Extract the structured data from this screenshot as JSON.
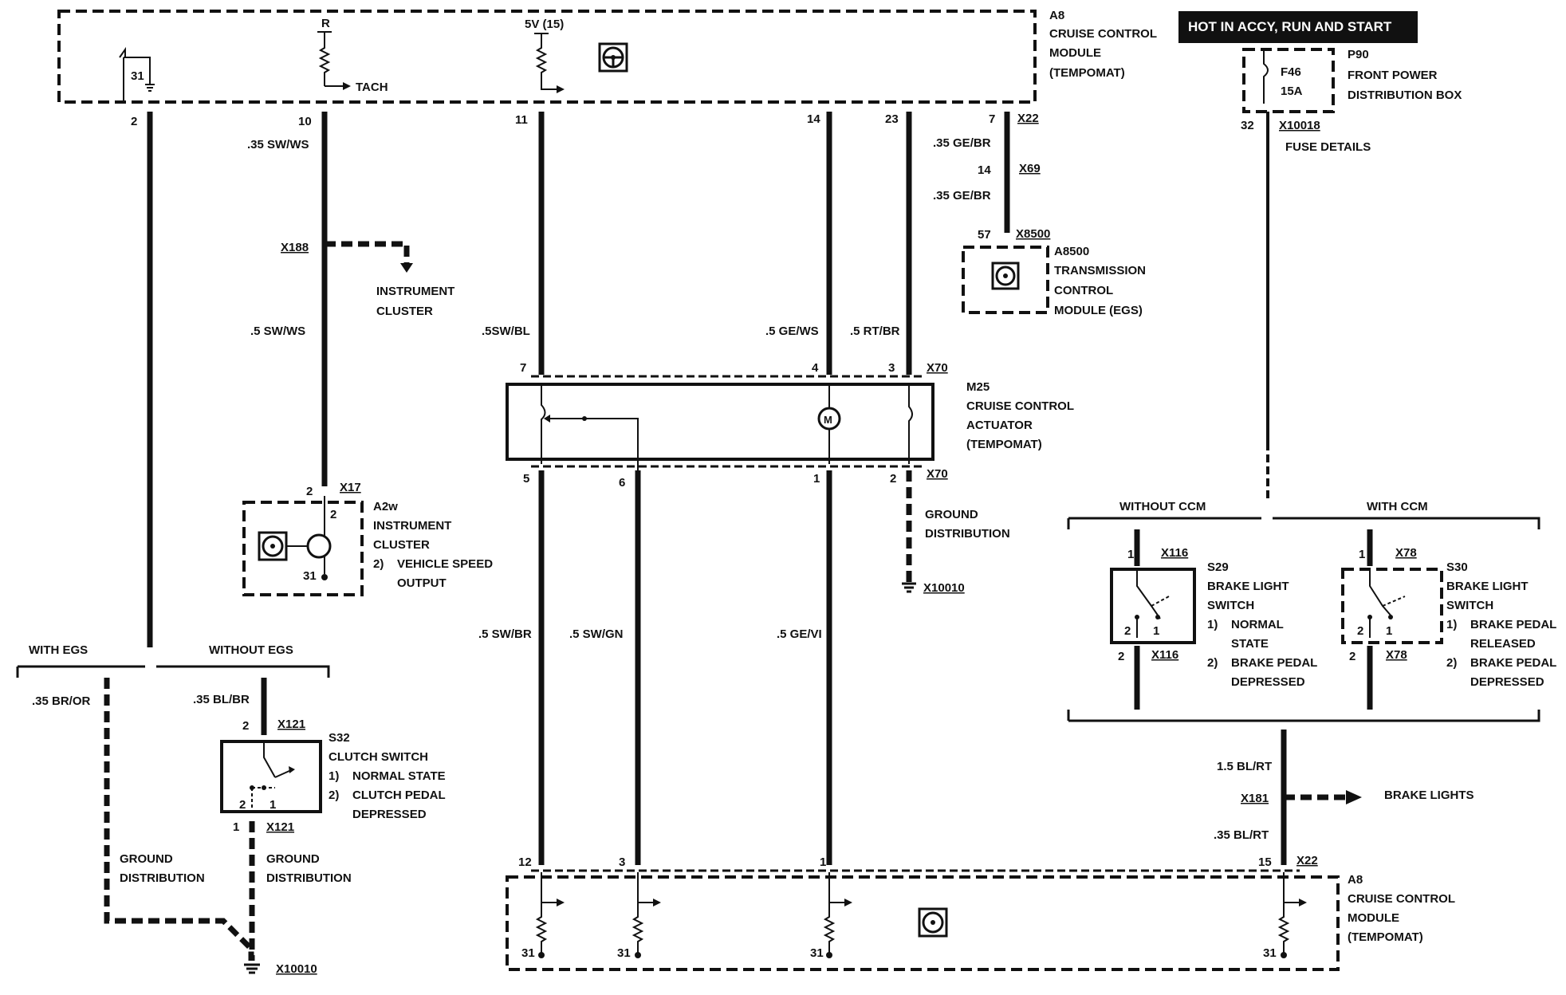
{
  "badge": "HOT IN ACCY, RUN AND START",
  "a8_top": {
    "label": [
      "A8",
      "CRUISE CONTROL",
      "MODULE",
      "(TEMPOMAT)"
    ],
    "pin_r": "R",
    "pin_5v": "5V (15)",
    "tach": "TACH",
    "gnd": "31"
  },
  "p90": {
    "label": [
      "P90",
      "FRONT POWER",
      "DISTRIBUTION BOX"
    ],
    "fuse": "F46",
    "amps": "15A",
    "pin": "32",
    "conn": "X10018",
    "details": "FUSE DETAILS"
  },
  "pins_top": {
    "p2": "2",
    "p10": "10",
    "p11": "11",
    "p14": "14",
    "p23": "23",
    "p7": "7",
    "x22": "X22"
  },
  "wires": {
    "w10": ".35 SW/WS",
    "w10b": ".5 SW/WS",
    "w11": ".5SW/BL",
    "w14": ".5 GE/WS",
    "w23": ".5 RT/BR",
    "w7a": ".35 GE/BR",
    "w7b": ".35 GE/BR",
    "w5": ".5 SW/BR",
    "w6": ".5 SW/GN",
    "w1": ".5 GE/VI",
    "wbrake": "1.5 BL/RT",
    "wbrake2": ".35 BL/RT",
    "wegs": ".35 BR/OR",
    "wclutch": ".35 BL/BR"
  },
  "x69": {
    "pin": "14",
    "conn": "X69"
  },
  "x8500": {
    "pin": "57",
    "conn": "X8500"
  },
  "a8500": {
    "label": [
      "A8500",
      "TRANSMISSION",
      "CONTROL",
      "MODULE (EGS)"
    ]
  },
  "x188": {
    "conn": "X188",
    "label": [
      "INSTRUMENT",
      "CLUSTER"
    ]
  },
  "m25": {
    "label": [
      "M25",
      "CRUISE CONTROL",
      "ACTUATOR",
      "(TEMPOMAT)"
    ],
    "conn": "X70",
    "top_pins": [
      "7",
      "4",
      "3"
    ],
    "bot_pins": [
      "5",
      "6",
      "1",
      "2"
    ],
    "motor": "M"
  },
  "ground_dist_right": {
    "label": [
      "GROUND",
      "DISTRIBUTION"
    ],
    "conn": "X10010"
  },
  "a2w": {
    "label": [
      "A2w",
      "INSTRUMENT",
      "CLUSTER"
    ],
    "note": [
      "2)",
      "VEHICLE SPEED",
      "OUTPUT"
    ],
    "conn": "X17",
    "pin": "2",
    "pin_in": "2",
    "gnd": "31"
  },
  "egs_split": {
    "with": "WITH EGS",
    "without": "WITHOUT EGS"
  },
  "s32": {
    "label": [
      "S32",
      "CLUTCH SWITCH"
    ],
    "notes": [
      "1)",
      "NORMAL STATE",
      "2)",
      "CLUTCH PEDAL",
      "DEPRESSED"
    ],
    "conn_top": "X121",
    "conn_bot": "X121",
    "pin_top": "2",
    "pin_bot": "1",
    "in2": "2",
    "in1": "1"
  },
  "ground_left": {
    "a": [
      "GROUND",
      "DISTRIBUTION"
    ],
    "b": [
      "GROUND",
      "DISTRIBUTION"
    ],
    "conn": "X10010"
  },
  "ccm_split": {
    "without": "WITHOUT CCM",
    "with": "WITH CCM"
  },
  "s29": {
    "label": [
      "S29",
      "BRAKE LIGHT",
      "SWITCH"
    ],
    "notes": [
      "1)",
      "NORMAL",
      "STATE",
      "2)",
      "BRAKE PEDAL",
      "DEPRESSED"
    ],
    "conn": "X116",
    "pin_top": "1",
    "pin_bot": "2",
    "in2": "2",
    "in1": "1"
  },
  "s30": {
    "label": [
      "S30",
      "BRAKE LIGHT",
      "SWITCH"
    ],
    "notes": [
      "1)",
      "BRAKE PEDAL",
      "RELEASED",
      "2)",
      "BRAKE PEDAL",
      "DEPRESSED"
    ],
    "conn": "X78",
    "pin_top": "1",
    "pin_bot": "2",
    "in2": "2",
    "in1": "1"
  },
  "x181": {
    "conn": "X181",
    "label": "BRAKE LIGHTS"
  },
  "a8_bottom": {
    "label": [
      "A8",
      "CRUISE CONTROL",
      "MODULE",
      "(TEMPOMAT)"
    ],
    "pins": [
      "12",
      "3",
      "1",
      "15"
    ],
    "conn": "X22",
    "gnds": [
      "31",
      "31",
      "31",
      "31"
    ]
  }
}
